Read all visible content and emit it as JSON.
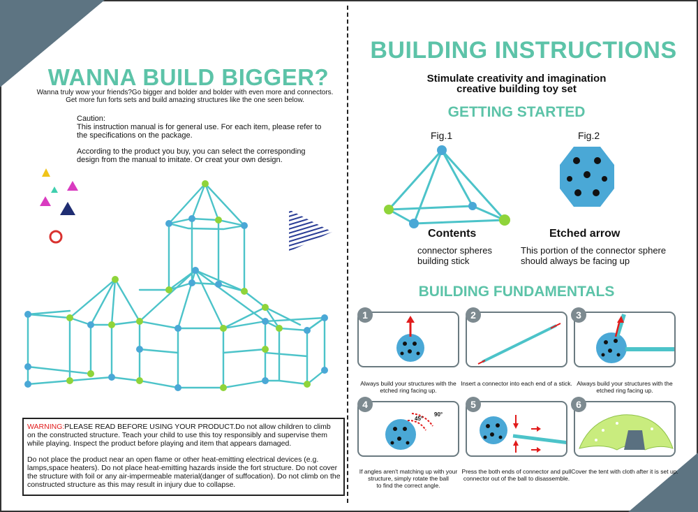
{
  "left_page": {
    "title": "WANNA BUILD BIGGER?",
    "intro_line1": "Wanna truly wow your friends?Go bigger and bolder and bolder with even more and connectors.",
    "intro_line2": "Get more fun forts sets and build amazing structures like the one seen below.",
    "caution_title": "Caution:",
    "caution_text": "This instruction manual is for general use. For each item, please refer to the specifications on the package.",
    "caution_text2": "According to the product you buy, you can select the corresponding design from the manual to imitate. Or creat your own design.",
    "warning_label": "WARNING:",
    "warning_text": "PLEASE READ BEFORE USING YOUR PRODUCT.Do not allow children to climb on the constructed structure. Teach your child to use this toy responsibly and supervise them while playing. Inspect the product before playing and item that appears damaged.",
    "warning_text2": "Do not place the product near an open flame or other heat-emitting electrical devices (e.g. lamps,space heaters). Do not place heat-emitting hazards inside the fort structure. Do not cover the structure with foil or any air-impermeable material(danger of suffocation). Do not climb on the constructed structure as this may result in injury due to collapse."
  },
  "right_page": {
    "title": "BUILDING INSTRUCTIONS",
    "subtitle_line1": "Stimulate creativity and imagination",
    "subtitle_line2": "creative building toy set",
    "getting_started": "GETTING STARTED",
    "fig1": "Fig.1",
    "fig2": "Fig.2",
    "contents_head": "Contents",
    "contents_line1": "connector spheres",
    "contents_line2": "building stick",
    "etched_head": "Etched arrow",
    "etched_line1": "This portion of the connector sphere",
    "etched_line2": "should always be facing up",
    "fundamentals": "BUILDING FUNDAMENTALS",
    "steps": [
      {
        "num": "1",
        "cap1": "Always build your structures with the",
        "cap2": "etched ring facing up.",
        "cap3": ""
      },
      {
        "num": "2",
        "cap1": "Insert a connector into each end of a stick.",
        "cap2": "",
        "cap3": ""
      },
      {
        "num": "3",
        "cap1": "Always build your structures with the",
        "cap2": "etched ring facing up.",
        "cap3": ""
      },
      {
        "num": "4",
        "cap1": "If angles aren't matching up with your",
        "cap2": "structure, simply rotate the ball",
        "cap3": "to find the correct angle."
      },
      {
        "num": "5",
        "cap1": "Press the both ends of connector and pull",
        "cap2": "connector out of the ball to disassemble.",
        "cap3": ""
      },
      {
        "num": "6",
        "cap1": "Cover the tent with cloth after it is set up.",
        "cap2": "",
        "cap3": ""
      }
    ],
    "angle_45": "45°",
    "angle_90": "90°"
  },
  "colors": {
    "teal_heading": "#5cc3a8",
    "stick": "#4cc3c9",
    "sphere_blue": "#4aa8d6",
    "sphere_green": "#8fd43a",
    "corner_slate": "#5d7482",
    "warning_red": "#e11b1b"
  }
}
